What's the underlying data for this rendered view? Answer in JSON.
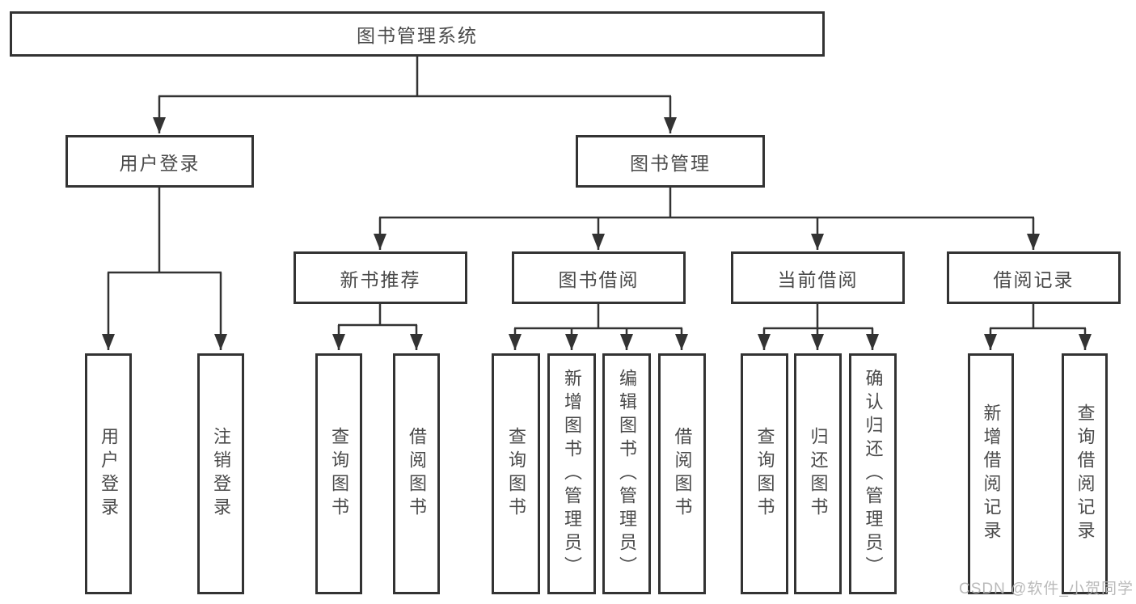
{
  "diagram": {
    "type": "tree",
    "root": {
      "label": "图书管理系统",
      "children": [
        {
          "label": "用户登录",
          "children": [
            {
              "label": "用户登录"
            },
            {
              "label": "注销登录"
            }
          ]
        },
        {
          "label": "图书管理",
          "children": [
            {
              "label": "新书推荐",
              "children": [
                {
                  "label": "查询图书"
                },
                {
                  "label": "借阅图书"
                }
              ]
            },
            {
              "label": "图书借阅",
              "children": [
                {
                  "label": "查询图书"
                },
                {
                  "label": "新增图书（管理员）"
                },
                {
                  "label": "编辑图书（管理员）"
                },
                {
                  "label": "借阅图书"
                }
              ]
            },
            {
              "label": "当前借阅",
              "children": [
                {
                  "label": "查询图书"
                },
                {
                  "label": "归还图书"
                },
                {
                  "label": "确认归还（管理员）"
                }
              ]
            },
            {
              "label": "借阅记录",
              "children": [
                {
                  "label": "新增借阅记录"
                },
                {
                  "label": "查询借阅记录"
                }
              ]
            }
          ]
        }
      ]
    }
  },
  "watermark": {
    "text": "CSDN @软件_小贺同学"
  },
  "colors": {
    "line": "#333333",
    "text": "#4a4a4a",
    "watermark": "#b3b3b3",
    "background": "#ffffff"
  }
}
